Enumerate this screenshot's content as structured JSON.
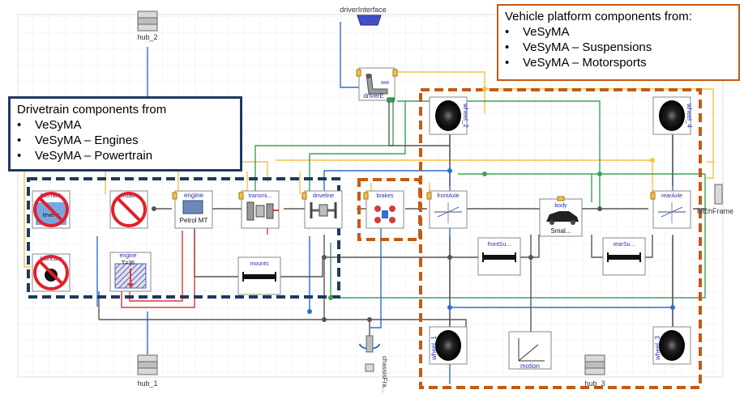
{
  "colors": {
    "drivetrain_border": "#1f3864",
    "platform_border": "#c55a11",
    "connector_yellow": "#f5c04a",
    "connector_green": "#3aa357",
    "connector_blue": "#2b6fd6",
    "connector_gray": "#555555",
    "connector_red": "#d93a3a",
    "component_border": "#8a8a8a"
  },
  "callouts": {
    "drivetrain": {
      "title": "Drivetrain components from",
      "items": [
        "VeSyMA",
        "VeSyMA – Engines",
        "VeSyMA – Powertrain"
      ]
    },
    "platform": {
      "title": "Vehicle platform components from:",
      "items": [
        "VeSyMA",
        "VeSyMA – Suspensions",
        "VeSyMA – Motorsports"
      ]
    }
  },
  "labels": {
    "hub_2": "hub_2",
    "hub_1": "hub_1",
    "hub_3": "hub_3",
    "driver_interface": "driverInterface",
    "driver": "driverE",
    "hitch_frame": "hitchFrame",
    "chassis_frame": "chassisFra...",
    "mounts": "mounts",
    "motion": "motion",
    "front_suspension": "frontSu...",
    "rear_suspension": "rearSu...",
    "body": "body",
    "body_sub": "Smal...",
    "brakes": "brakes",
    "front_axle": "frontAxle",
    "rear_axle": "rearAxle",
    "driveline": "driveline",
    "transmission": "transmi...",
    "engine_main": "engine",
    "engine_main_sub": "Petrol MT",
    "engine_heat": "engine",
    "engine_heat_sub": "T=36",
    "fuel_tank": "fuelTank",
    "fuel_tank_sub": "level =",
    "lubricant": "lubricant",
    "road": "road",
    "wheel_1": "wheel_1",
    "wheel_2": "wheel_2",
    "wheel_3": "wheel_3",
    "wheel_4": "wheel_4"
  },
  "icons": {
    "hub": "hub-flange-icon",
    "wheel": "tyre-icon",
    "prohibited": "prohibited-icon",
    "driver": "driver-seat-icon",
    "car": "car-body-icon",
    "spring": "spring-damper-icon",
    "gearbox": "gearbox-icon",
    "brake": "brake-disc-icon",
    "axle": "axle-icon",
    "motion": "axes-icon",
    "chassis": "rotation-frame-icon",
    "bus": "bus-connector-icon",
    "heat": "heat-capacity-icon"
  }
}
